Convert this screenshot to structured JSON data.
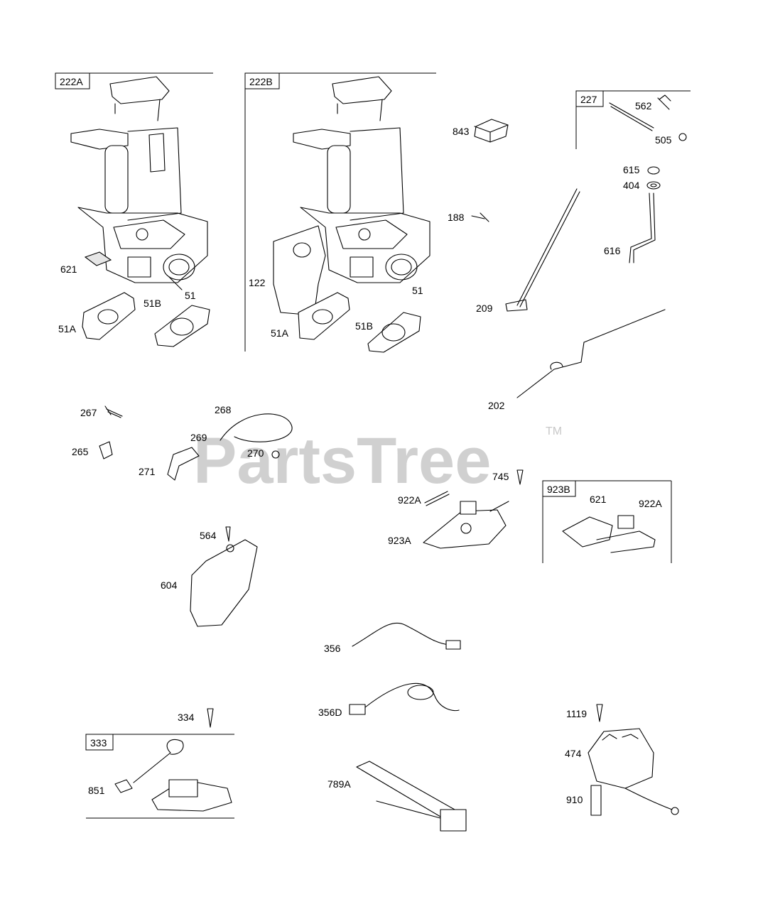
{
  "watermark": {
    "brand": "PartsTree",
    "trademark": "TM"
  },
  "kits": [
    {
      "id": "222A"
    },
    {
      "id": "222B"
    },
    {
      "id": "227"
    },
    {
      "id": "923B"
    },
    {
      "id": "333"
    }
  ],
  "labels": {
    "p621a": "621",
    "p51a_main": "51",
    "p51A_a": "51A",
    "p51B_a": "51B",
    "p122": "122",
    "p51b_main": "51",
    "p51A_b": "51A",
    "p51B_b": "51B",
    "p843": "843",
    "p188": "188",
    "p562": "562",
    "p505": "505",
    "p615": "615",
    "p404": "404",
    "p616": "616",
    "p209": "209",
    "p202": "202",
    "p267": "267",
    "p265": "265",
    "p268": "268",
    "p269": "269",
    "p270": "270",
    "p271": "271",
    "p745": "745",
    "p922A": "922A",
    "p923A": "923A",
    "p621b": "621",
    "p922A_b": "922A",
    "p564": "564",
    "p604": "604",
    "p356": "356",
    "p356D": "356D",
    "p789A": "789A",
    "p334": "334",
    "p851": "851",
    "p1119": "1119",
    "p474": "474",
    "p910": "910"
  }
}
